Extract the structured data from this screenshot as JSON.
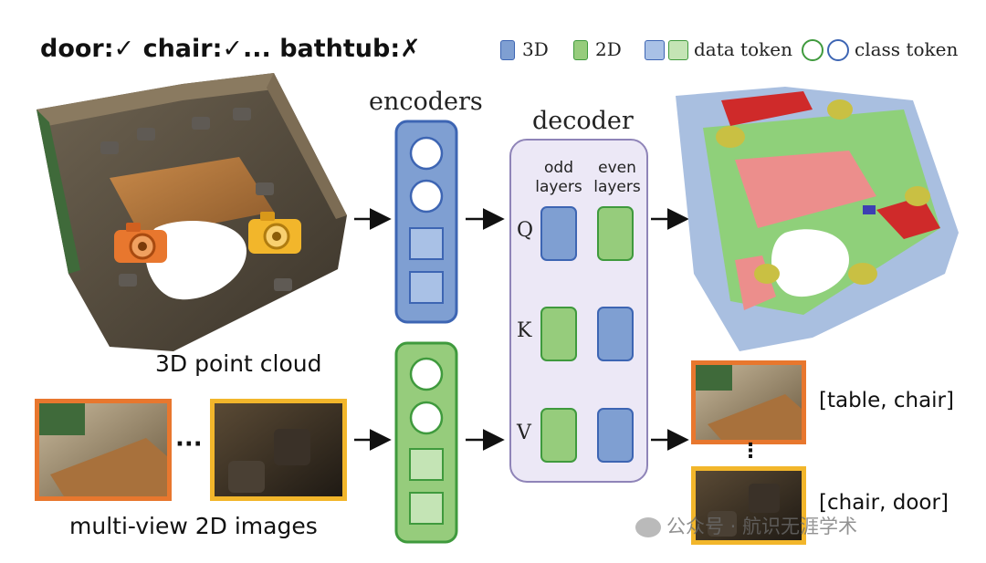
{
  "heading": {
    "door_label": "door:",
    "chair_label": "chair:",
    "ellipsis": "...",
    "bathtub_label": "bathtub:",
    "check_mark": "✓",
    "cross_mark": "✗"
  },
  "legend": {
    "label_3d": "3D",
    "label_2d": "2D",
    "data_token": "data token",
    "class_token": "class token"
  },
  "labels": {
    "encoders": "encoders",
    "decoder": "decoder",
    "odd_layers_line1": "odd",
    "odd_layers_line2": "layers",
    "even_layers_line1": "even",
    "even_layers_line2": "layers",
    "q": "Q",
    "k": "K",
    "v": "V",
    "point_cloud": "3D point cloud",
    "multi_view": "multi-view 2D images",
    "dots": "···",
    "vdots": "⋮",
    "output_1": "[table, chair]",
    "output_2": "[chair, door]",
    "watermark": "公众号 · 航识无涯学术"
  },
  "colors": {
    "blue_fill": "#7f9fd2",
    "blue_stroke": "#3d65b3",
    "blue_light": "#a9c1e6",
    "green_fill": "#96cc7c",
    "green_stroke": "#3f9a3d",
    "green_light": "#c4e4b5",
    "decoder_fill": "#ece8f6",
    "decoder_stroke": "#8f84b8",
    "orange_frame": "#e8772e",
    "yellow_frame": "#f2b62b"
  }
}
